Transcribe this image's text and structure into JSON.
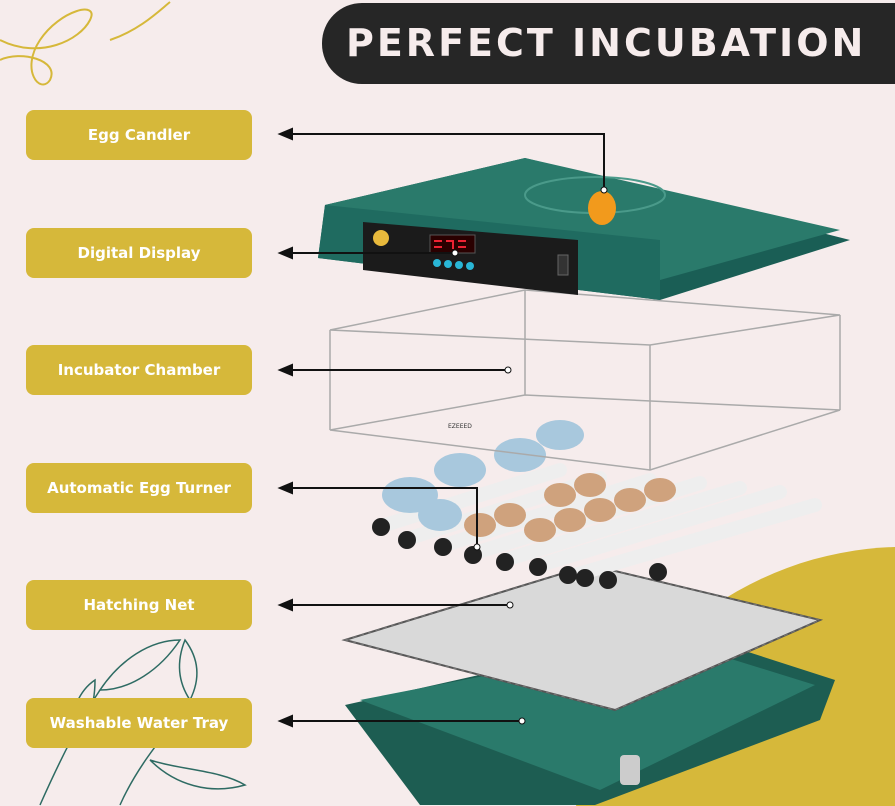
{
  "title": "PERFECT INCUBATION",
  "labels": [
    {
      "text": "Egg Candler"
    },
    {
      "text": "Digital Display"
    },
    {
      "text": "Incubator Chamber"
    },
    {
      "text": "Automatic Egg Turner"
    },
    {
      "text": "Hatching Net"
    },
    {
      "text": "Washable Water Tray"
    }
  ],
  "product_mark": "EZEEED",
  "colors": {
    "background": "#f6ecec",
    "label": "#d6b83a",
    "title_bar": "#262626",
    "incubator": "#1f6b5e",
    "accent_blob": "#d6b83a"
  }
}
